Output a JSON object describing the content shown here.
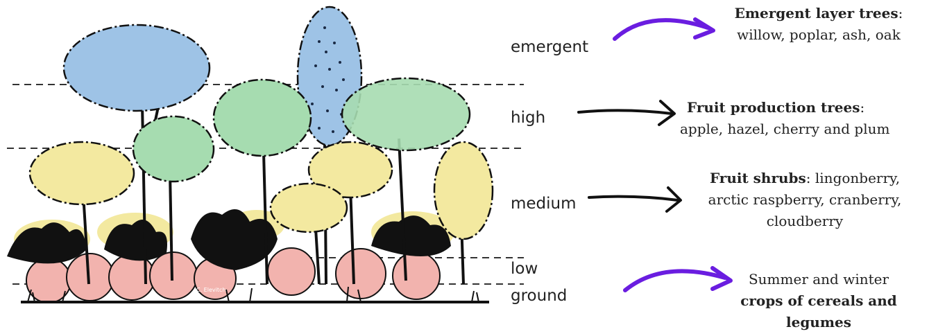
{
  "layers": {
    "emergent": "emergent",
    "high": "high",
    "medium": "medium",
    "low": "low",
    "ground": "ground"
  },
  "notes": {
    "emergent": {
      "title": "Emergent layer trees",
      "sep": ":",
      "body": "willow, poplar, ash, oak"
    },
    "high": {
      "title": "Fruit production trees",
      "sep": ":",
      "body": "apple, hazel, cherry and plum"
    },
    "medium": {
      "title": "Fruit shrubs",
      "line1_rest": ": lingonberry,",
      "line2": "arctic raspberry, cranberry,",
      "line3": "cloudberry"
    },
    "ground": {
      "line1": "Summer and winter",
      "line2_bold": "crops of cereals and",
      "line3_bold": "legumes"
    }
  },
  "credit": "C. Elevitch",
  "colors": {
    "emergent_fill": "#9ec3e6",
    "high_fill": "#a6dcb0",
    "medium_fill": "#f3e9a0",
    "ground_fill": "#f2b3ae",
    "purple_arrow": "#6a1de0",
    "black_arrow": "#111111"
  }
}
